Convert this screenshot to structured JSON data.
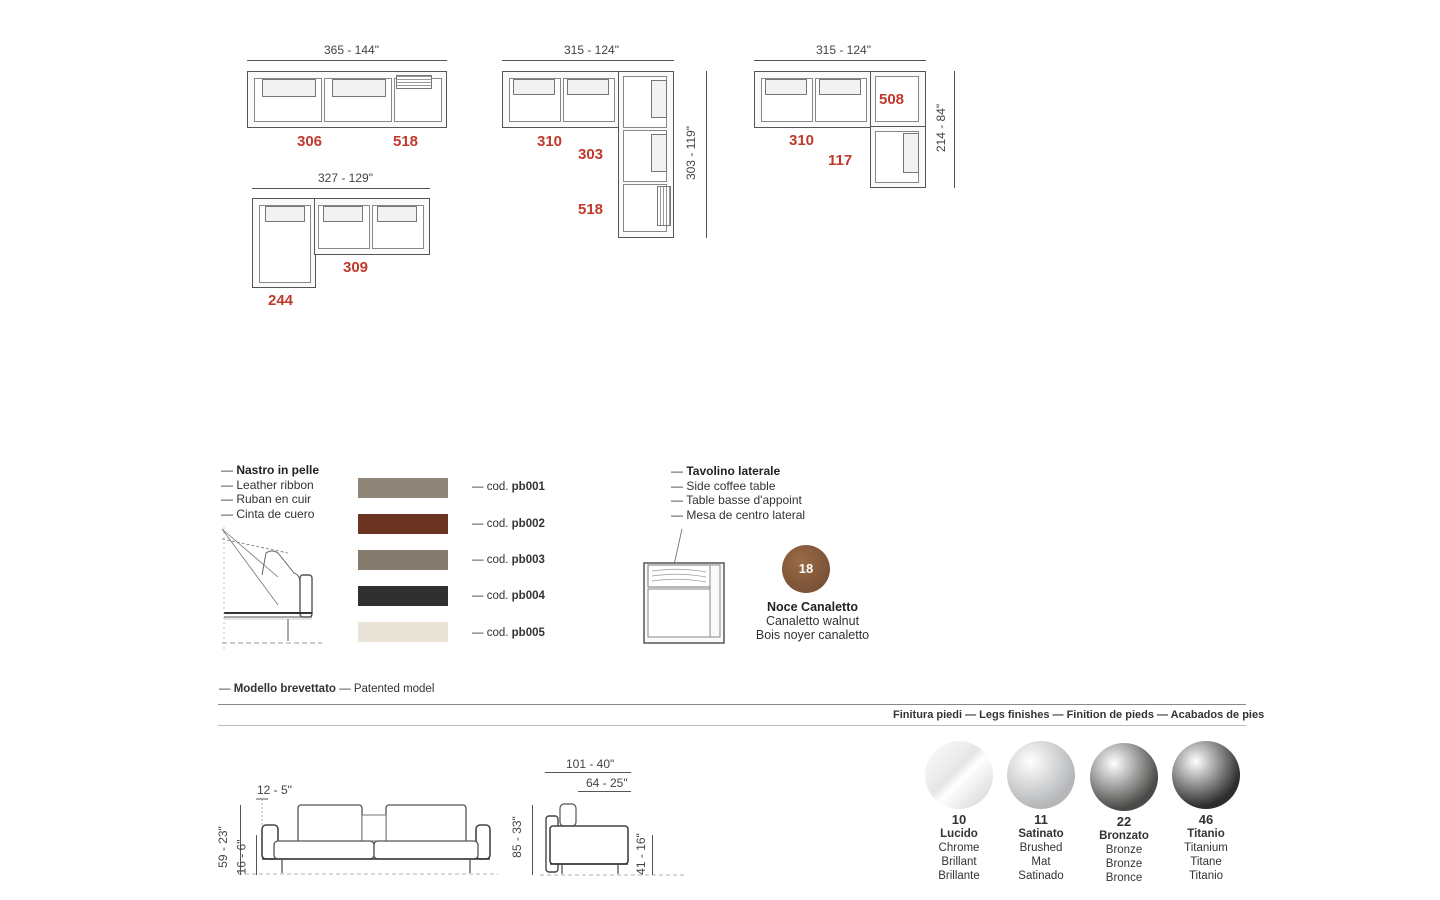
{
  "configs": {
    "c1": {
      "width": "365 - 144\"",
      "codes": [
        "306",
        "518"
      ]
    },
    "c2": {
      "width": "327 - 129\"",
      "codes": [
        "309",
        "244"
      ]
    },
    "c3": {
      "width": "315 - 124\"",
      "depth": "303 - 119\"",
      "codes": [
        "310",
        "303",
        "518"
      ]
    },
    "c4": {
      "width": "315 - 124\"",
      "depth": "214 - 84\"",
      "codes": [
        "310",
        "117",
        "508"
      ]
    }
  },
  "ribbon": {
    "lines": [
      "Nastro in pelle",
      "Leather ribbon",
      "Ruban en cuir",
      "Cinta de cuero"
    ]
  },
  "swatches": [
    {
      "color": "#8e8578",
      "prefix": "cod.",
      "code": "pb001"
    },
    {
      "color": "#6b3422",
      "prefix": "cod.",
      "code": "pb002"
    },
    {
      "color": "#857b6f",
      "prefix": "cod.",
      "code": "pb003"
    },
    {
      "color": "#2f2f2f",
      "prefix": "cod.",
      "code": "pb004"
    },
    {
      "color": "#e9e3d8",
      "prefix": "cod.",
      "code": "pb005"
    }
  ],
  "table": {
    "lines": [
      "Tavolino laterale",
      "Side coffee table",
      "Table basse d'appoint",
      "Mesa de centro lateral"
    ],
    "finish_number": "18",
    "finish_color": "#7a5236",
    "finish_names": [
      "Noce Canaletto",
      "Canaletto walnut",
      "Bois noyer canaletto"
    ]
  },
  "patent": {
    "it": "Modello brevettato",
    "en": "Patented model"
  },
  "legs_header": "Finitura piedi — Legs finishes — Finition de pieds — Acabados de pies",
  "finishes": [
    {
      "num": "10",
      "name": "Lucido",
      "lines": [
        "Chrome",
        "Brillant",
        "Brillante"
      ],
      "color": "#e6e6e6"
    },
    {
      "num": "11",
      "name": "Satinato",
      "lines": [
        "Brushed",
        "Mat",
        "Satinado"
      ],
      "color": "#b4b6b8"
    },
    {
      "num": "22",
      "name": "Bronzato",
      "lines": [
        "Bronze",
        "Bronze",
        "Bronce"
      ],
      "color": "#4a4a48"
    },
    {
      "num": "46",
      "name": "Titanio",
      "lines": [
        "Titanium",
        "Titane",
        "Titanio"
      ],
      "color": "#2c2d2c"
    }
  ],
  "elevation": {
    "front": {
      "arm": "12 - 5\"",
      "height": "59 - 23\"",
      "leg": "16 - 6\""
    },
    "side": {
      "depth_total": "101 - 40\"",
      "depth_seat": "64 - 25\"",
      "height": "85 - 33\"",
      "leg": "41 - 16\""
    }
  }
}
